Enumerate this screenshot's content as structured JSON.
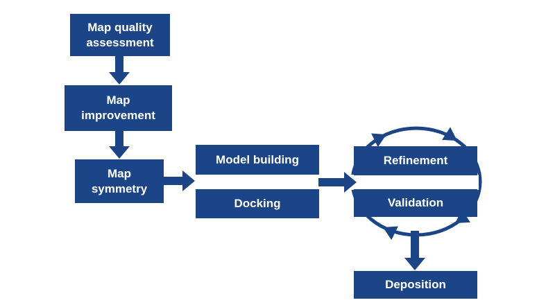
{
  "colors": {
    "accent": "#1B4586",
    "background": "#FFFFFF",
    "label_text": "#FFFFFF"
  },
  "nodes": {
    "map_quality": {
      "label": "Map quality\nassessment"
    },
    "map_improvement": {
      "label": "Map\nimprovement"
    },
    "map_symmetry": {
      "label": "Map\nsymmetry"
    },
    "model_building": {
      "label": "Model building"
    },
    "docking": {
      "label": "Docking"
    },
    "refinement": {
      "label": "Refinement"
    },
    "validation": {
      "label": "Validation"
    },
    "deposition": {
      "label": "Deposition"
    }
  },
  "edges": [
    {
      "from": "map_quality",
      "to": "map_improvement",
      "style": "arrow-down"
    },
    {
      "from": "map_improvement",
      "to": "map_symmetry",
      "style": "arrow-down"
    },
    {
      "from": "map_symmetry",
      "to": [
        "model_building",
        "docking"
      ],
      "style": "arrow-right"
    },
    {
      "from": [
        "model_building",
        "docking"
      ],
      "to": [
        "refinement",
        "validation"
      ],
      "style": "arrow-right"
    },
    {
      "cycle": [
        "refinement",
        "validation"
      ],
      "style": "circular-clockwise-arrows"
    },
    {
      "from": [
        "refinement",
        "validation"
      ],
      "to": "deposition",
      "style": "arrow-down"
    }
  ]
}
